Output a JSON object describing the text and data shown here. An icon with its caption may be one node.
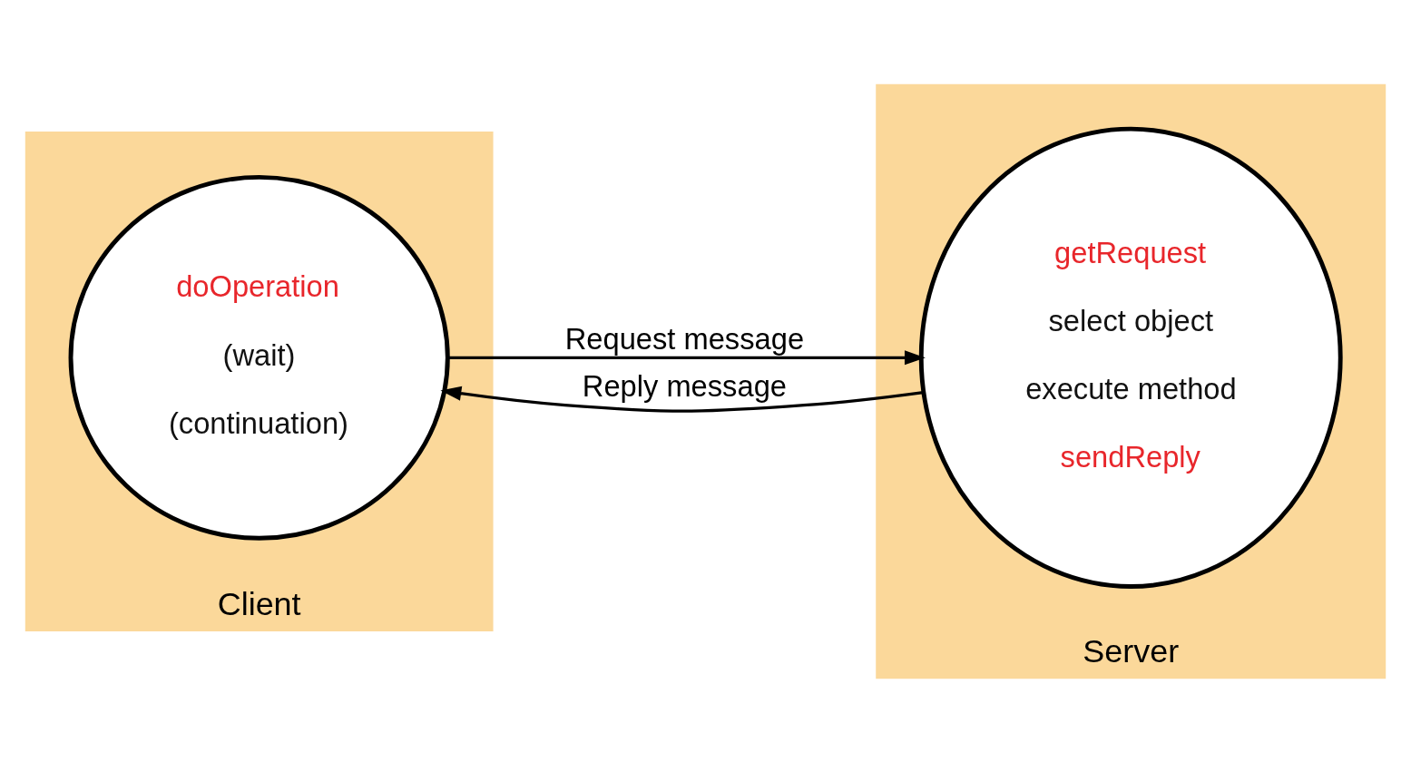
{
  "diagram": {
    "nodes": [
      {
        "text": [
          "Client"
        ]
      },
      {
        "text": [
          "doOperation",
          "(wait)",
          "(continuation)"
        ],
        "in": 0
      },
      {
        "text": [
          "Server"
        ]
      },
      {
        "text": [
          "getRequest",
          "select object",
          "execute method",
          "sendReply"
        ],
        "in": 2
      }
    ],
    "edges": [
      {
        "from": 1,
        "to": 3,
        "arrow": "to",
        "label": "Request message"
      },
      {
        "from": 3,
        "to": 1,
        "arrow": "to",
        "label": "Reply message"
      }
    ]
  }
}
